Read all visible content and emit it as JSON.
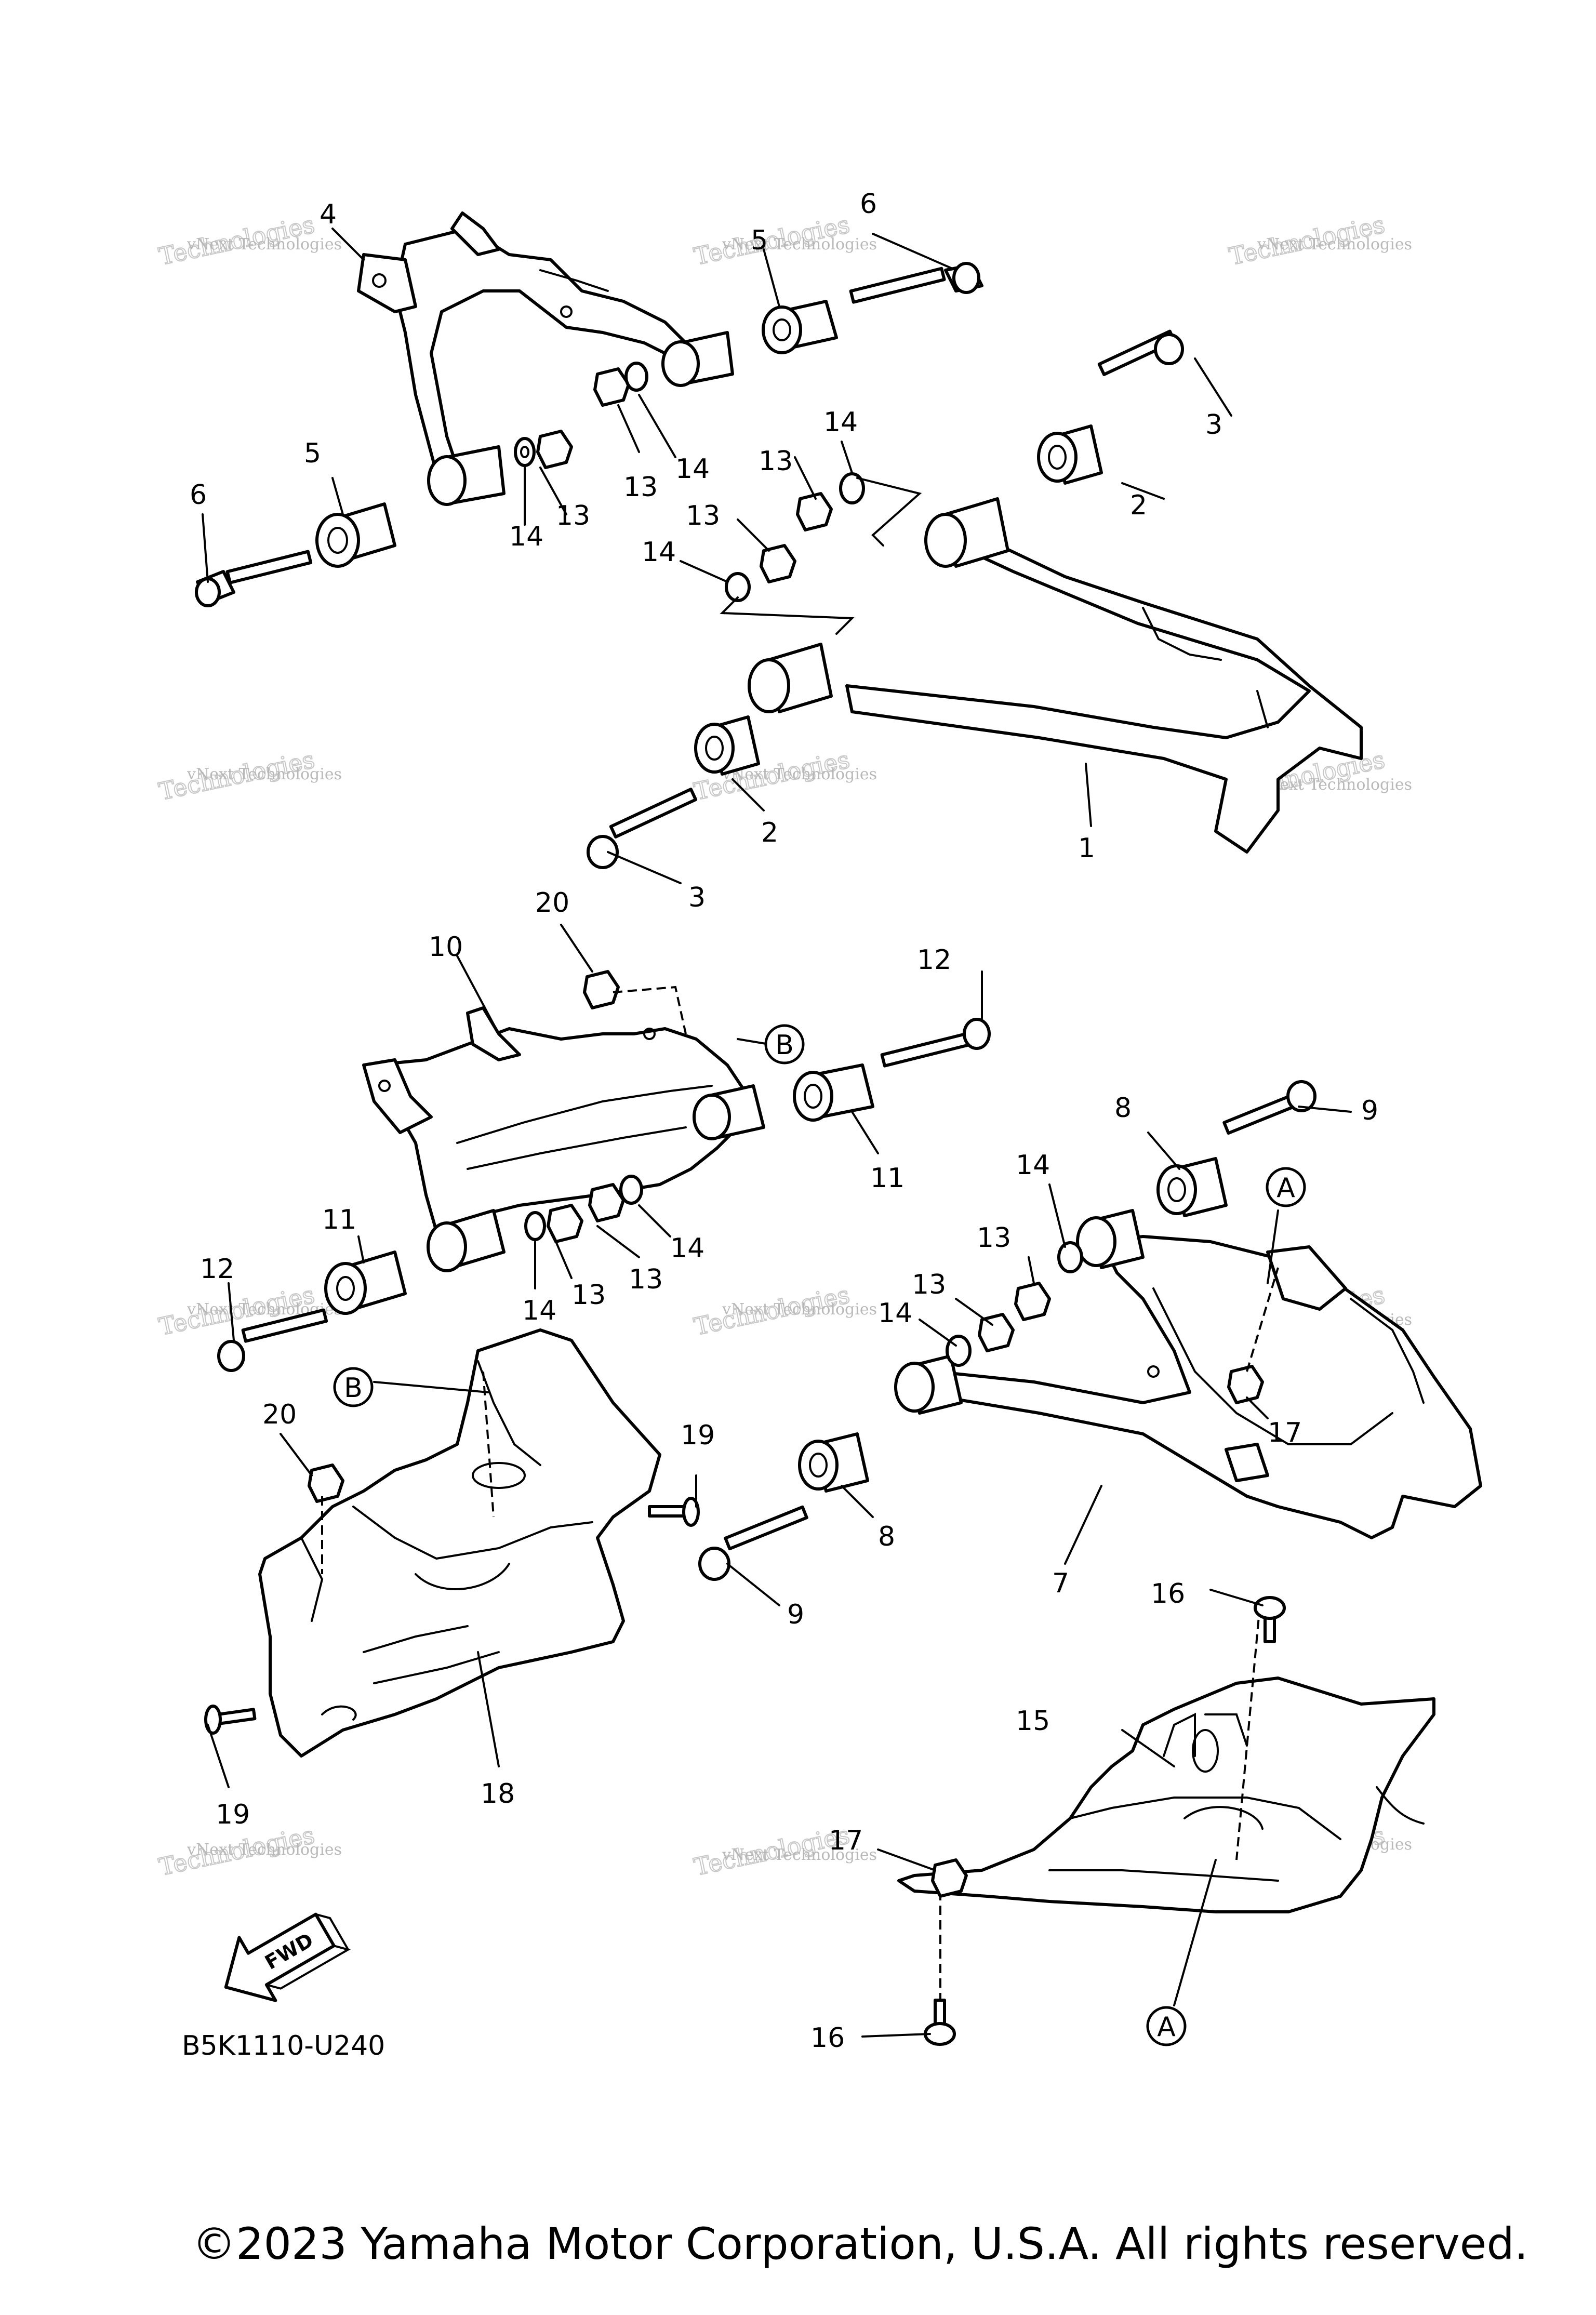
{
  "callouts": [
    "1",
    "2",
    "2",
    "3",
    "3",
    "4",
    "5",
    "5",
    "6",
    "6",
    "13",
    "13",
    "13",
    "13",
    "14",
    "14",
    "14",
    "14",
    "10",
    "20",
    "12",
    "11",
    "11",
    "12",
    "13",
    "13",
    "14",
    "14",
    "8",
    "9",
    "14",
    "13",
    "13",
    "14",
    "17",
    "7",
    "8",
    "9",
    "20",
    "19",
    "19",
    "18",
    "16",
    "15",
    "17",
    "16"
  ],
  "markers": [
    "B",
    "B",
    "A",
    "A"
  ],
  "watermark": {
    "name": "vNext Technologies",
    "brand": "Technologies"
  },
  "fwd_label": "FWD",
  "diagram_code": "B5K1110-U240",
  "copyright": "©2023 Yamaha Motor Corporation, U.S.A. All rights reserved."
}
